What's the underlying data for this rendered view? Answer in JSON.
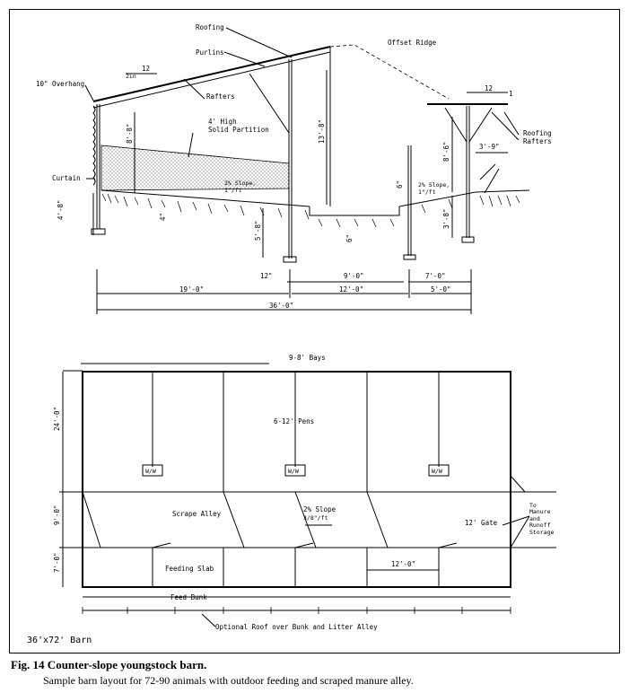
{
  "section": {
    "roofing": "Roofing",
    "purlins": "Purlins",
    "offset_ridge": "Offset Ridge",
    "overhang": "10\" Overhang",
    "rafters": "Rafters",
    "partition_line1": "4' High",
    "partition_line2": "Solid Partition",
    "curtain": "Curtain",
    "slope_num": "12",
    "slope_den": "2in",
    "slope_num_right": "12",
    "slope_den_right": "1",
    "roofing_right": "Roofing",
    "rafters_right": "Rafters",
    "dim_13ft8": "13'-8\"",
    "dim_8ft8": "8'-8\"",
    "dim_4ft8": "4'-8\"",
    "dim_5ft8": "5'-8\"",
    "dim_4in": "4\"",
    "dim_6in": "6\"",
    "dim_6in_b": "6\"",
    "dim_8ft6": "8'-6\"",
    "dim_3ft8": "3'-8\"",
    "dim_3ft9": "3'-9\"",
    "floor_slope1_a": "2% Slope,",
    "floor_slope1_b": "1\"/ft",
    "floor_slope2_a": "2% Slope,",
    "floor_slope2_b": "1\"/ft",
    "dim_12in": "12\"",
    "dim_9ft0": "9'-0\"",
    "dim_7ft0": "7'-0\"",
    "dim_19ft0": "19'-0\"",
    "dim_12ft0": "12'-0\"",
    "dim_5ft0": "5'-0\"",
    "dim_36ft0": "36'-0\""
  },
  "plan": {
    "bays": "9-8' Bays",
    "pens": "6-12' Pens",
    "scrape_alley": "Scrape Alley",
    "slope_a": "2% Slope",
    "slope_b": "3/8\"/ft",
    "gate": "12' Gate",
    "to_manure_1": "To",
    "to_manure_2": "Manure",
    "to_manure_3": "and",
    "to_manure_4": "Runoff",
    "to_manure_5": "Storage",
    "feeding_slab": "Feeding Slab",
    "dim_12ft0": "12'-0\"",
    "feed_bunk": "Feed Bunk",
    "optional_roof": "Optional Roof over Bunk and Litter Alley",
    "dim_24ft0": "24'-0\"",
    "dim_9ft0": "9'-0\"",
    "dim_7ft0": "7'-0\"",
    "waterer": "W/W",
    "size": "36'x72' Barn"
  },
  "caption": {
    "title": "Fig. 14 Counter-slope youngstock barn.",
    "description": "Sample barn layout for 72-90 animals with outdoor feeding and scraped manure alley."
  }
}
